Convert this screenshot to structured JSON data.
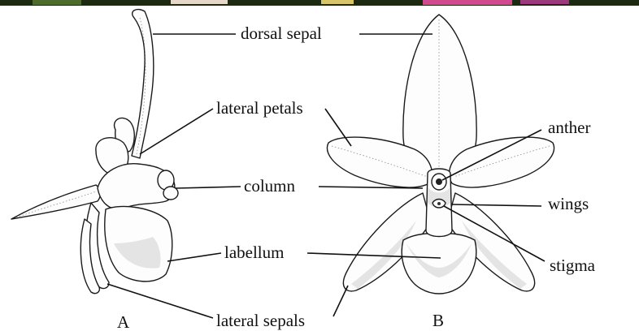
{
  "labels": {
    "dorsal_sepal": "dorsal sepal",
    "lateral_petals": "lateral petals",
    "column": "column",
    "labellum": "labellum",
    "lateral_sepals": "lateral sepals",
    "anther": "anther",
    "wings": "wings",
    "stigma": "stigma"
  },
  "panels": {
    "a": "A",
    "b": "B"
  },
  "colors": {
    "photo_strip": [
      "#1d2a12",
      "#e6d8c9",
      "#d9c56a",
      "#d14a8f",
      "#9a3a7a"
    ]
  }
}
